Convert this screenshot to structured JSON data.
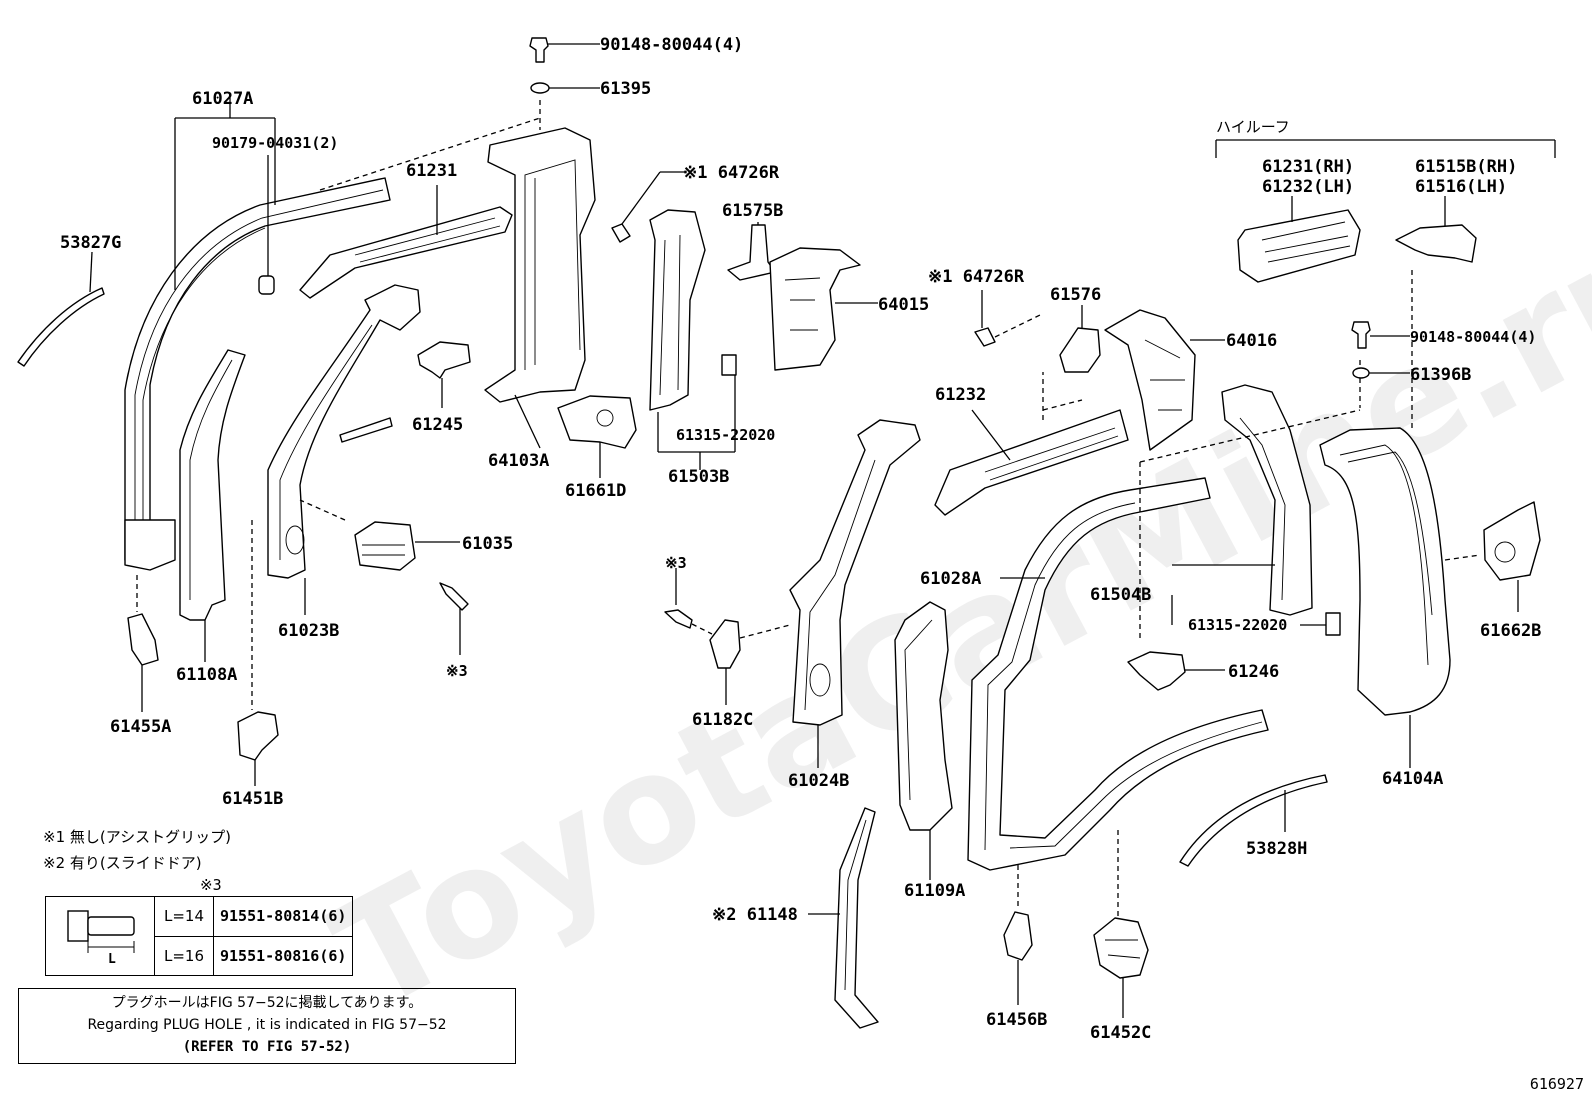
{
  "watermark": "ToyotaCarMine.ru",
  "header": {
    "high_roof_label": "ハイルーフ"
  },
  "parts": {
    "p90148_top": "90148-80044(4)",
    "p61395": "61395",
    "p61027A": "61027A",
    "p90179": "90179-04031(2)",
    "p61231": "61231",
    "p53827G": "53827G",
    "p64726R_a": "※1 64726R",
    "p61575B": "61575B",
    "p64015": "64015",
    "p61245": "61245",
    "p64103A": "64103A",
    "p61315_a": "61315-22020",
    "p61661D": "61661D",
    "p61503B": "61503B",
    "p61035": "61035",
    "p61023B": "61023B",
    "p61108A": "61108A",
    "p61455A": "61455A",
    "p61451B": "61451B",
    "note3_a": "※3",
    "note3_b": "※3",
    "p61182C": "61182C",
    "p64726R_b": "※1 64726R",
    "p61576": "61576",
    "p64016": "64016",
    "p61232": "61232",
    "p61231RH": "61231(RH)",
    "p61232LH": "61232(LH)",
    "p61515B": "61515B(RH)",
    "p61516": "61516(LH)",
    "p90148_right": "90148-80044(4)",
    "p61396B": "61396B",
    "p61028A": "61028A",
    "p61504B": "61504B",
    "p61315_b": "61315-22020",
    "p61246": "61246",
    "p61662B": "61662B",
    "p61024B": "61024B",
    "p64104A": "64104A",
    "p53828H": "53828H",
    "p61109A": "61109A",
    "p61148": "※2 61148",
    "p61456B": "61456B",
    "p61452C": "61452C"
  },
  "legend": {
    "note1": "※1 無し(アシストグリップ)",
    "note2": "※2 有り(スライドドア)",
    "table_title": "※3",
    "rows": [
      {
        "len": "L=14",
        "part": "91551-80814(6)"
      },
      {
        "len": "L=16",
        "part": "91551-80816(6)"
      }
    ],
    "dim_label": "L"
  },
  "note_box": {
    "line1": "プラグホールはFIG 57−52に掲載してあります。",
    "line2": "Regarding PLUG HOLE , it is indicated in FIG 57−52",
    "line3": "(REFER TO FIG 57-52)"
  },
  "figure_number": "616927"
}
